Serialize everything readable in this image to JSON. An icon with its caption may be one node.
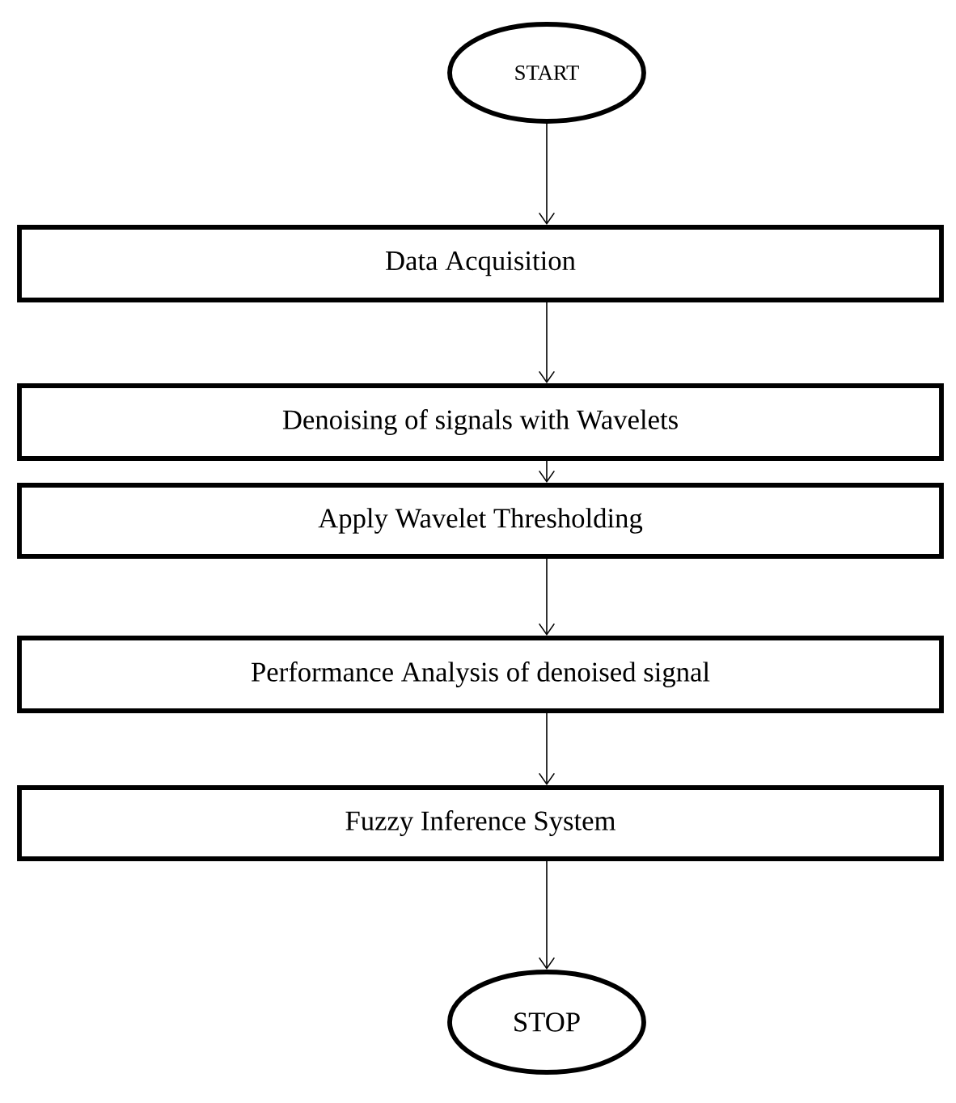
{
  "diagram": {
    "nodes": [
      {
        "text": [
          "START"
        ]
      },
      {
        "text": [
          "Data Acquisition"
        ]
      },
      {
        "text": [
          "Denoising of signals with Wavelets"
        ]
      },
      {
        "text": [
          "Apply Wavelet Thresholding"
        ]
      },
      {
        "text": [
          "Performance Analysis of denoised signal"
        ]
      },
      {
        "text": [
          "Fuzzy Inference System"
        ]
      },
      {
        "text": [
          "STOP"
        ]
      }
    ],
    "edges": [
      {
        "from": 0,
        "to": 1,
        "arrow": "to"
      },
      {
        "from": 1,
        "to": 2,
        "arrow": "to"
      },
      {
        "from": 2,
        "to": 3,
        "arrow": "to"
      },
      {
        "from": 3,
        "to": 4,
        "arrow": "to"
      },
      {
        "from": 4,
        "to": 5,
        "arrow": "to"
      },
      {
        "from": 5,
        "to": 6,
        "arrow": "to"
      }
    ]
  }
}
